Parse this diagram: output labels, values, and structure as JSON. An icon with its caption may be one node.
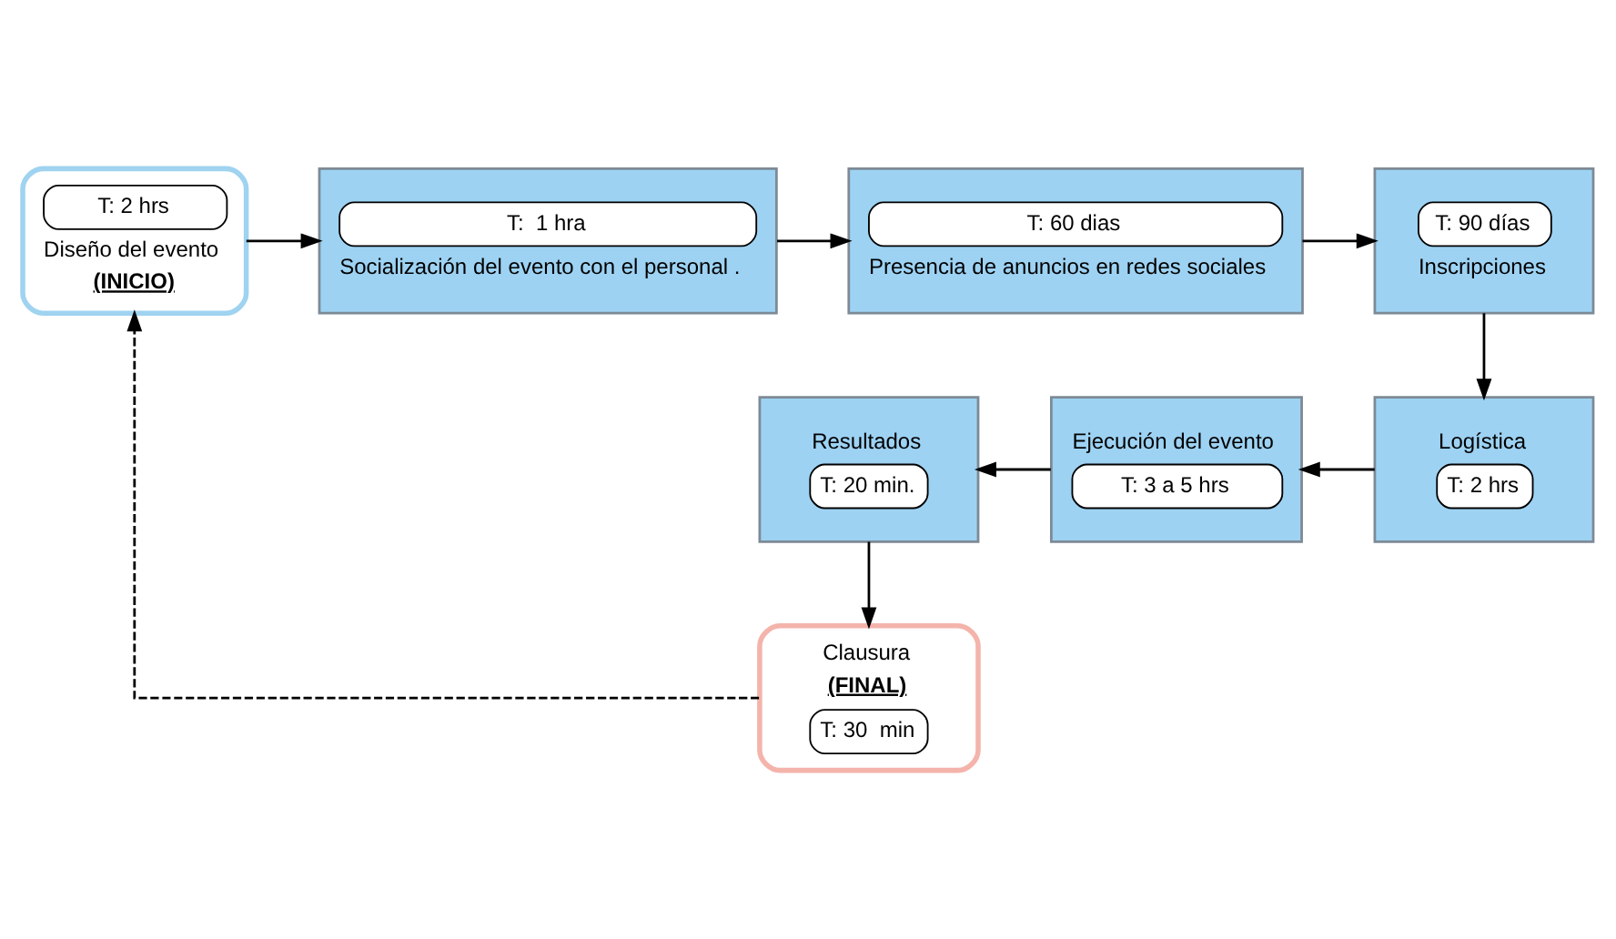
{
  "diagram": {
    "nodes": [
      {
        "text": [
          "T: 2 hrs",
          "Diseño del evento",
          "(INICIO)"
        ]
      },
      {
        "text": [
          "T:  1 hra",
          "Socialización del evento con el personal ."
        ]
      },
      {
        "text": [
          "T: 60 dias",
          "Presencia de anuncios en redes sociales"
        ]
      },
      {
        "text": [
          "T: 90 días",
          "Inscripciones"
        ]
      },
      {
        "text": [
          "Logística",
          "T: 2 hrs"
        ]
      },
      {
        "text": [
          "Ejecución del evento",
          "T: 3 a 5 hrs"
        ]
      },
      {
        "text": [
          "Resultados",
          "T: 20 min."
        ]
      },
      {
        "text": [
          "Clausura",
          "(FINAL)",
          "T: 30  min"
        ]
      }
    ],
    "edges": [
      {
        "from": 0,
        "to": 1,
        "arrow": "to"
      },
      {
        "from": 1,
        "to": 2,
        "arrow": "to"
      },
      {
        "from": 2,
        "to": 3,
        "arrow": "to"
      },
      {
        "from": 3,
        "to": 4,
        "arrow": "to"
      },
      {
        "from": 4,
        "to": 5,
        "arrow": "to"
      },
      {
        "from": 5,
        "to": 6,
        "arrow": "to"
      },
      {
        "from": 6,
        "to": 7,
        "arrow": "to"
      },
      {
        "from": 7,
        "to": 0,
        "arrow": "to",
        "style": "dashed"
      }
    ]
  }
}
